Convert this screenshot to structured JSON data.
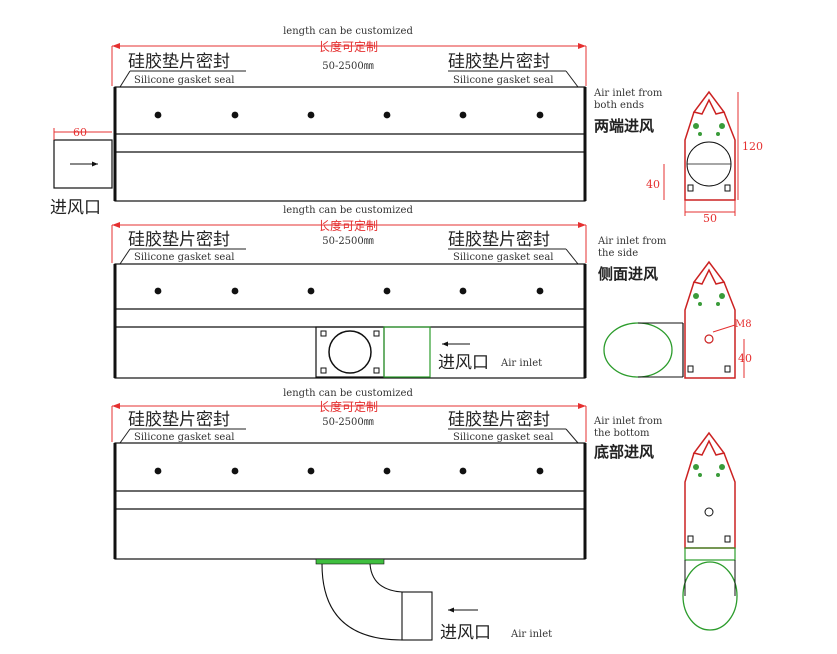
{
  "length_note_en": "length can be customized",
  "length_note_cn": "长度可定制",
  "length_range": "50-2500㎜",
  "seal_cn": "硅胶垫片密封",
  "seal_en": "Silicone gasket seal",
  "inlet_cn": "进风口",
  "inlet_en": "Air inlet",
  "variants": [
    {
      "en_line1": "Air inlet from",
      "en_line2": "both ends",
      "cn": "两端进风"
    },
    {
      "en_line1": "Air inlet from",
      "en_line2": "the side",
      "cn": "侧面进风"
    },
    {
      "en_line1": "Air inlet from",
      "en_line2": "the bottom",
      "cn": "底部进风"
    }
  ],
  "dims": {
    "inlet_width": "60",
    "height": "120",
    "inlet_height": "40",
    "base_width": "50",
    "bolt": "M8",
    "side_height": "40"
  }
}
